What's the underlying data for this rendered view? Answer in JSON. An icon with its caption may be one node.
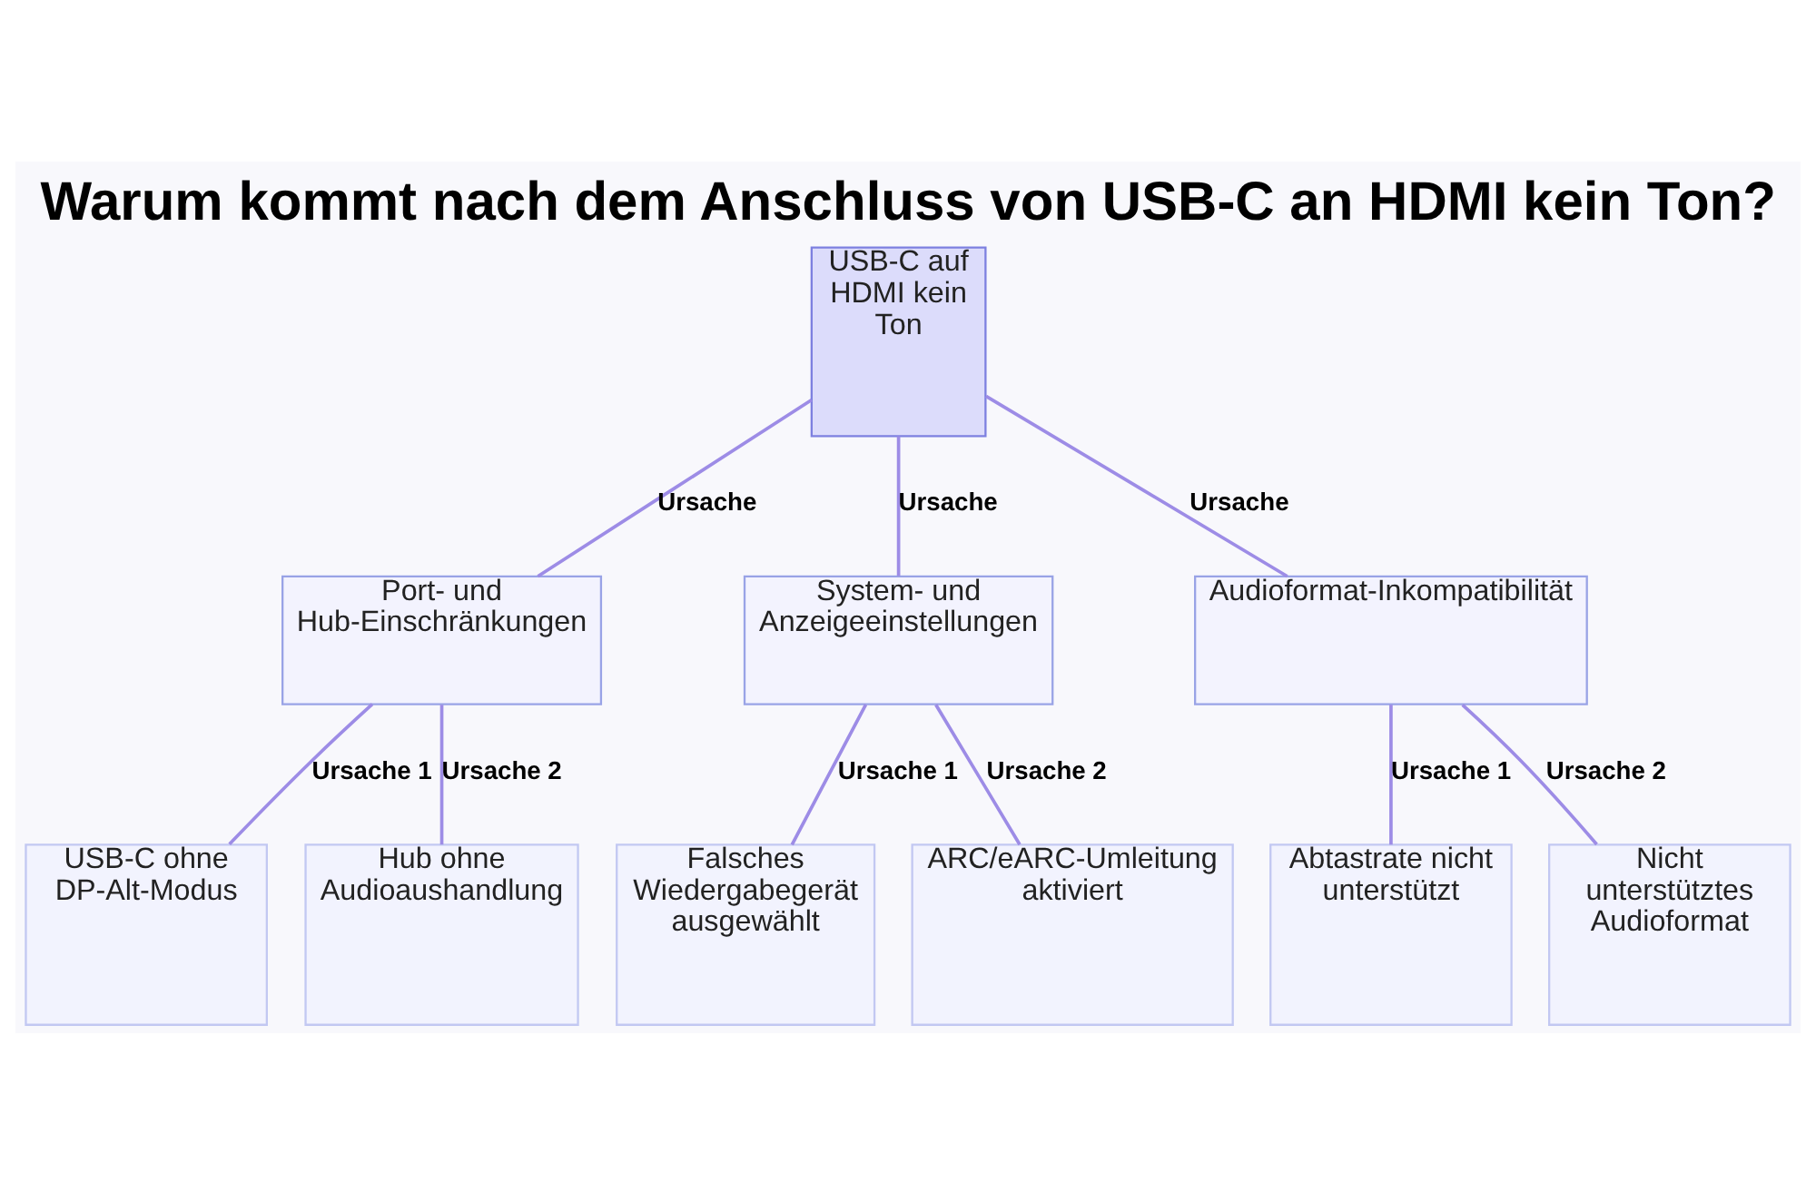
{
  "diagram": {
    "title": "Warum kommt nach dem Anschluss von USB-C an HDMI kein Ton?",
    "nodes": [
      {
        "text": [
          "USB-C auf HDMI kein Ton"
        ]
      },
      {
        "text": [
          "Port- und Hub-Einschränkungen"
        ]
      },
      {
        "text": [
          "System- und Anzeigeeinstellungen"
        ]
      },
      {
        "text": [
          "Audioformat-Inkompatibilität"
        ]
      },
      {
        "text": [
          "USB-C ohne DP-Alt-Modus"
        ]
      },
      {
        "text": [
          "Hub ohne Audioaushandlung"
        ]
      },
      {
        "text": [
          "Falsches Wiedergabegerät ausgewählt"
        ]
      },
      {
        "text": [
          "ARC/eARC-Umleitung aktiviert"
        ]
      },
      {
        "text": [
          "Abtastrate nicht unterstützt"
        ]
      },
      {
        "text": [
          "Nicht unterstütztes Audioformat"
        ]
      }
    ],
    "edges": [
      {
        "from": 0,
        "to": 1,
        "arrow": "none",
        "label": "Ursache"
      },
      {
        "from": 0,
        "to": 2,
        "arrow": "none",
        "label": "Ursache"
      },
      {
        "from": 0,
        "to": 3,
        "arrow": "none",
        "label": "Ursache"
      },
      {
        "from": 1,
        "to": 4,
        "arrow": "none",
        "label": "Ursache 1"
      },
      {
        "from": 1,
        "to": 5,
        "arrow": "none",
        "label": "Ursache 2"
      },
      {
        "from": 2,
        "to": 6,
        "arrow": "none",
        "label": "Ursache 1"
      },
      {
        "from": 2,
        "to": 7,
        "arrow": "none",
        "label": "Ursache 2"
      },
      {
        "from": 3,
        "to": 8,
        "arrow": "none",
        "label": "Ursache 1"
      },
      {
        "from": 3,
        "to": 9,
        "arrow": "none",
        "label": "Ursache 2"
      }
    ]
  }
}
